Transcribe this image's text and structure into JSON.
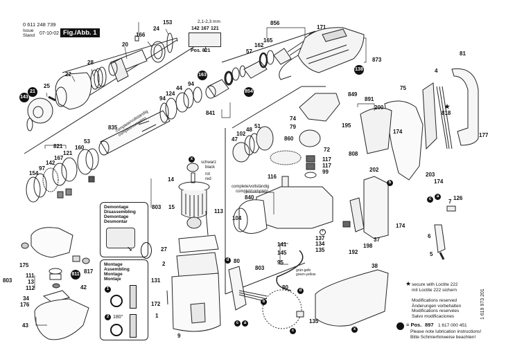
{
  "header": {
    "document_number": "0 611 248 739",
    "issue_label": "Issue",
    "stand_label": "Stand",
    "issue_date": "07-10-02",
    "figure_label": "Fig./Abb. 1"
  },
  "inset_pos821": {
    "dimension": "2,1-2,3 mm",
    "parts": [
      "142",
      "167",
      "121"
    ],
    "caption": "Pos. 821"
  },
  "complete_labels": {
    "line1": "complete/vollständig",
    "line2": "complet/completo"
  },
  "wire_labels": {
    "black_de": "schwarz",
    "black_en": "black",
    "red_de": "rot",
    "red_en": "red",
    "green_yellow_de": "grün-gelb",
    "green_yellow_en": "green-yellow"
  },
  "demontage_box": {
    "lines": [
      "Demontage",
      "Disassembling",
      "Demontage",
      "Desmontar"
    ]
  },
  "montage_box": {
    "lines": [
      "Montage",
      "Assembling",
      "Montage",
      "Montaje"
    ],
    "step1": "1",
    "step2": "2",
    "angle": "180°"
  },
  "part_labels": {
    "p20": "20",
    "p166": "166",
    "p24": "24",
    "p153": "153",
    "p28": "28",
    "p22": "22",
    "p25": "25",
    "p21": "21",
    "p143": "143",
    "p163": "163",
    "p94a": "94",
    "p44": "44",
    "p124": "124",
    "p94b": "94",
    "p841": "841",
    "p835": "835",
    "p821": "821",
    "p53": "53",
    "p160": "160",
    "p167": "167",
    "p121": "121",
    "p142": "142",
    "p97": "97",
    "p154": "154",
    "p856": "856",
    "p165": "165",
    "p162": "162",
    "p57": "57",
    "p854": "854",
    "p171": "171",
    "p873": "873",
    "p138": "138",
    "p81": "81",
    "p4": "4",
    "p849": "849",
    "p75": "75",
    "p891": "891",
    "p200": "200",
    "p818": "818",
    "p177": "177",
    "p74": "74",
    "p79": "79",
    "p195": "195",
    "p174a": "174",
    "p808": "808",
    "p202": "202",
    "p203": "203",
    "p174b": "174",
    "p47": "47",
    "p102": "102",
    "p48": "48",
    "p51": "51",
    "p860": "860",
    "p72": "72",
    "p117a": "117",
    "p117b": "117",
    "p99": "99",
    "p116": "116",
    "p840": "840",
    "p14": "14",
    "p803a": "803",
    "p15": "15",
    "p113": "113",
    "p104": "104",
    "p137": "137",
    "p134": "134",
    "p135a": "135",
    "p141": "141",
    "p145": "145",
    "p95": "95",
    "p803b": "803",
    "p27": "27",
    "p2": "2",
    "p131": "131",
    "p172": "172",
    "p1": "1",
    "p9": "9",
    "p80a": "80",
    "p80b": "80",
    "p135b": "135",
    "p38": "38",
    "p174c": "174",
    "p37": "37",
    "p198": "198",
    "p192": "192",
    "p7": "7",
    "p126": "126",
    "p6": "6",
    "p5": "5",
    "p175": "175",
    "p111": "111",
    "p803c": "803",
    "p13": "13",
    "p112": "112",
    "p811": "811",
    "p817": "817",
    "p42": "42",
    "p34": "34",
    "p176": "176",
    "p43": "43"
  },
  "callout_letters": {
    "a": "a",
    "b": "b",
    "c": "c",
    "d": "d",
    "x": "x"
  },
  "notes": {
    "loctite_en": "secure with Loctite 222",
    "loctite_de": "mit Loctite 222 sichern",
    "mod_en": "Modifications reserved",
    "mod_de": "Änderungen vorbehalten",
    "mod_fr": "Modifications reservées",
    "mod_es": "Salvo modificaciones",
    "pos_label": "= Pos.",
    "pos_number": "897",
    "pos_part": "1 617 000 451",
    "lube_en": "Please note lubrication instructions!",
    "lube_de": "Bitte Schmierhinweise beachten!",
    "vertical_code": "1 619 973 201",
    "star": "★"
  }
}
